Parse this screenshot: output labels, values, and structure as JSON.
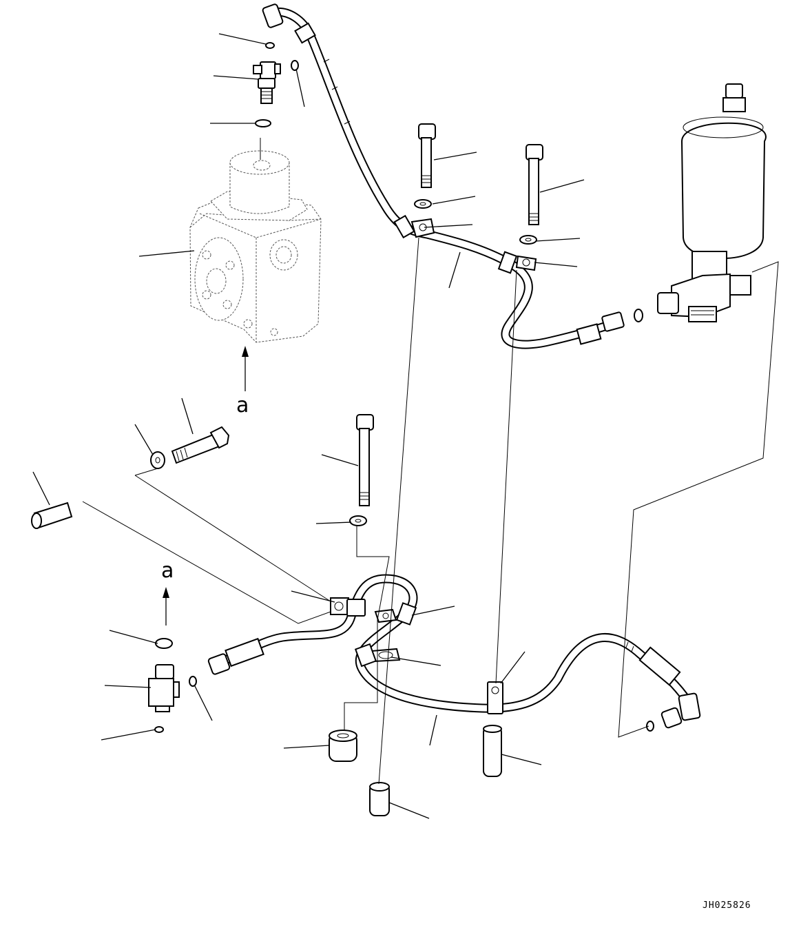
{
  "view_labels": {
    "upper": "a",
    "lower": "a"
  },
  "drawing_code": "JH025826"
}
